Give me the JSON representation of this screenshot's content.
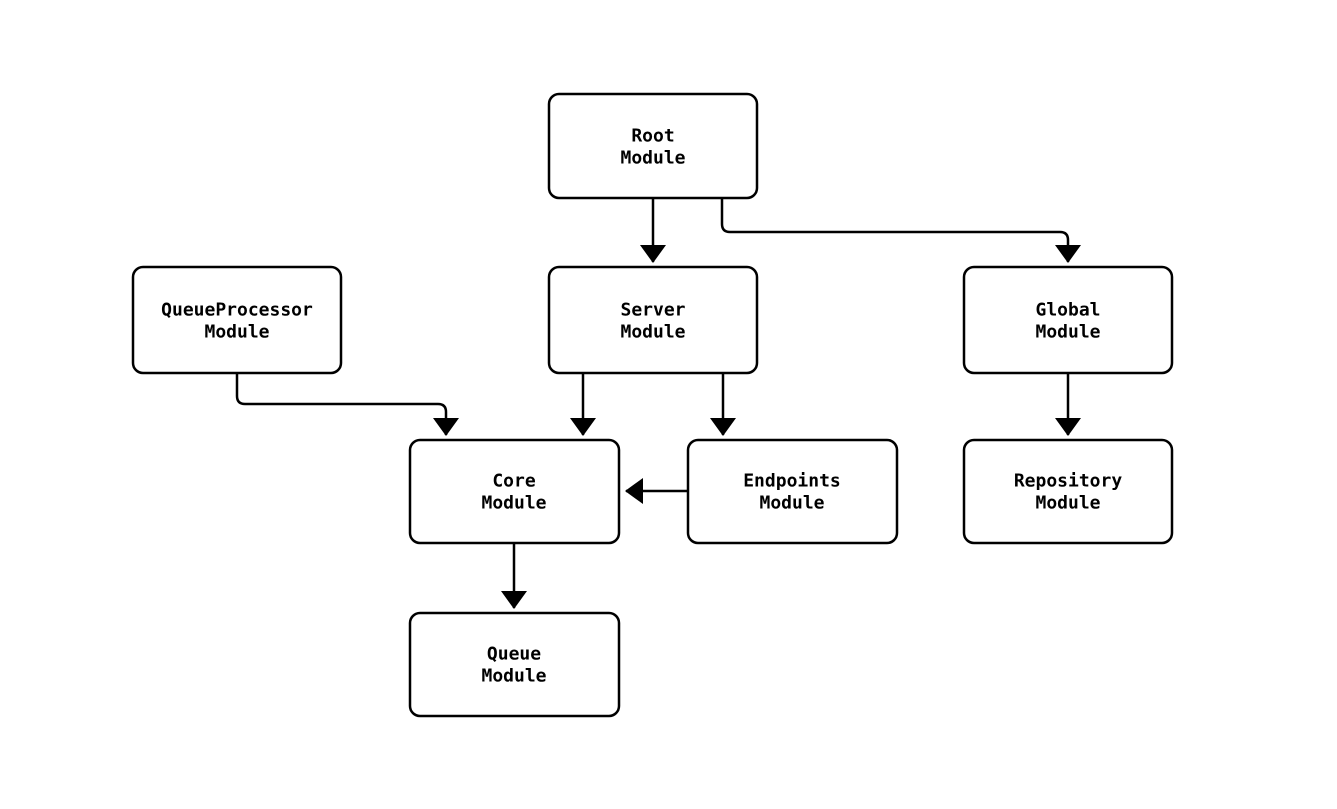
{
  "page": {
    "background_color": "#ffffff",
    "line_color": "#000000",
    "node_fill_color": "#ffffff",
    "text_color": "#000000"
  },
  "diagram": {
    "type": "flowchart",
    "nodes": [
      {
        "id": "root",
        "label": "Root Module",
        "line1": "Root",
        "line2": "Module"
      },
      {
        "id": "queueprocessor",
        "label": "QueueProcessor Module",
        "line1": "QueueProcessor",
        "line2": "Module"
      },
      {
        "id": "server",
        "label": "Server Module",
        "line1": "Server",
        "line2": "Module"
      },
      {
        "id": "global",
        "label": "Global Module",
        "line1": "Global",
        "line2": "Module"
      },
      {
        "id": "core",
        "label": "Core Module",
        "line1": "Core",
        "line2": "Module"
      },
      {
        "id": "endpoints",
        "label": "Endpoints Module",
        "line1": "Endpoints",
        "line2": "Module"
      },
      {
        "id": "repository",
        "label": "Repository Module",
        "line1": "Repository",
        "line2": "Module"
      },
      {
        "id": "queue",
        "label": "Queue Module",
        "line1": "Queue",
        "line2": "Module"
      }
    ],
    "edges": [
      {
        "from": "Root Module",
        "to": "Server Module"
      },
      {
        "from": "Root Module",
        "to": "Global Module"
      },
      {
        "from": "QueueProcessor Module",
        "to": "Core Module"
      },
      {
        "from": "Server Module",
        "to": "Core Module"
      },
      {
        "from": "Server Module",
        "to": "Endpoints Module"
      },
      {
        "from": "Endpoints Module",
        "to": "Core Module"
      },
      {
        "from": "Global Module",
        "to": "Repository Module"
      },
      {
        "from": "Core Module",
        "to": "Queue Module"
      }
    ]
  }
}
